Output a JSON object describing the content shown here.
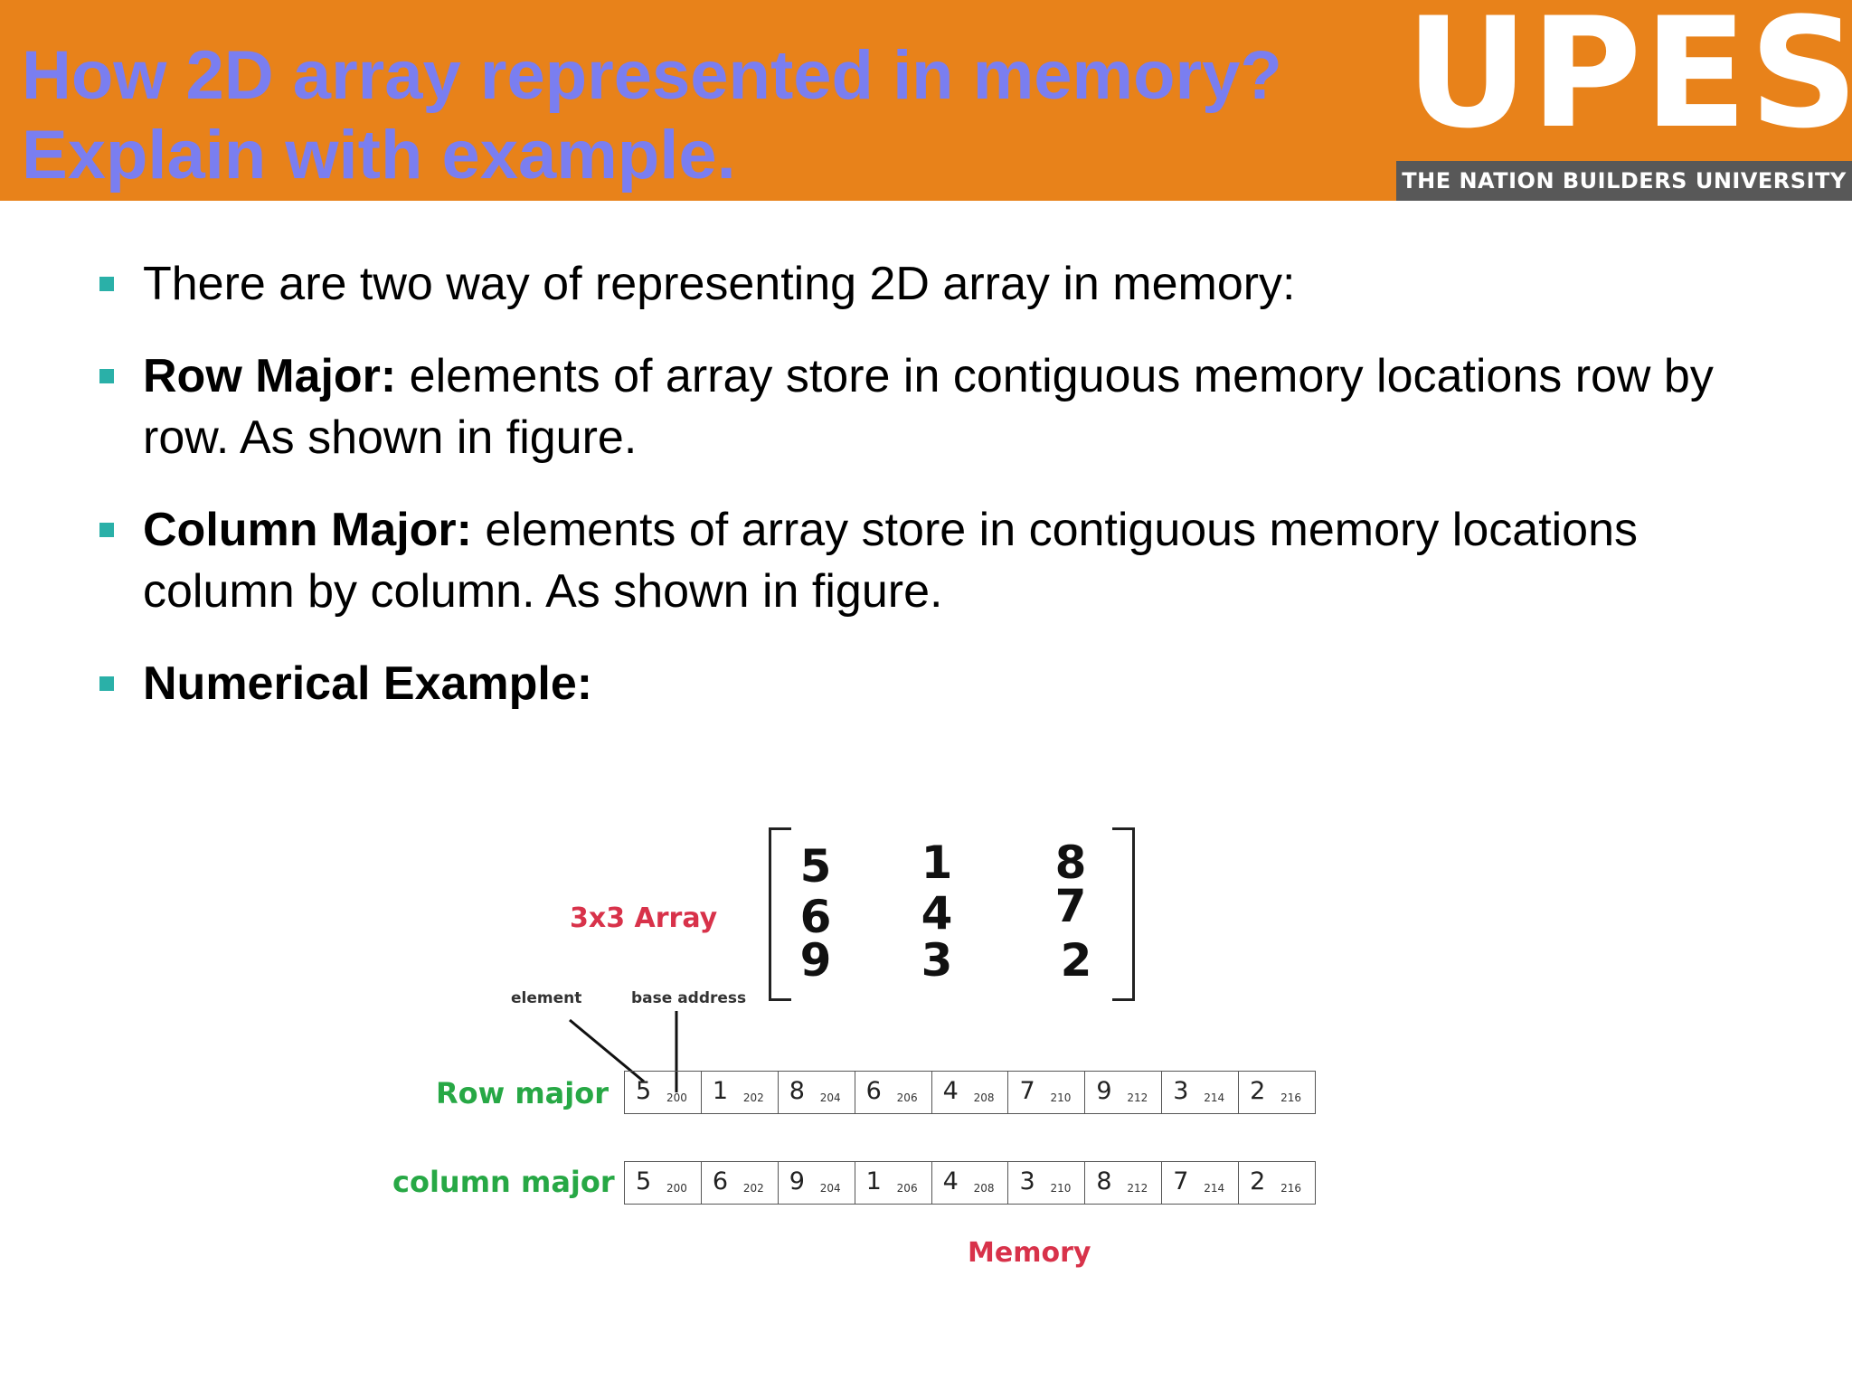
{
  "header": {
    "title_line1": "How 2D array represented in memory?",
    "title_line2": "Explain with example."
  },
  "logo": {
    "word": "UPES",
    "tagline": "THE NATION BUILDERS UNIVERSITY"
  },
  "bullets": [
    {
      "bold": "",
      "text": "There are two way of representing 2D array in memory:"
    },
    {
      "bold": "Row Major:",
      "text": " elements of array store in contiguous memory locations row by row. As shown in figure."
    },
    {
      "bold": "Column Major:",
      "text": " elements of array store in contiguous memory locations column by column. As shown in figure."
    },
    {
      "bold": "Numerical Example:",
      "text": ""
    }
  ],
  "figure": {
    "array_label": "3x3 Array",
    "matrix": [
      [
        "5",
        "1",
        "8"
      ],
      [
        "6",
        "4",
        "7"
      ],
      [
        "9",
        "3",
        "2"
      ]
    ],
    "element_label": "element",
    "base_address_label": "base address",
    "row_major_label": "Row major",
    "column_major_label": "column major",
    "row_major": [
      {
        "v": "5",
        "a": "200"
      },
      {
        "v": "1",
        "a": "202"
      },
      {
        "v": "8",
        "a": "204"
      },
      {
        "v": "6",
        "a": "206"
      },
      {
        "v": "4",
        "a": "208"
      },
      {
        "v": "7",
        "a": "210"
      },
      {
        "v": "9",
        "a": "212"
      },
      {
        "v": "3",
        "a": "214"
      },
      {
        "v": "2",
        "a": "216"
      }
    ],
    "column_major": [
      {
        "v": "5",
        "a": "200"
      },
      {
        "v": "6",
        "a": "202"
      },
      {
        "v": "9",
        "a": "204"
      },
      {
        "v": "1",
        "a": "206"
      },
      {
        "v": "4",
        "a": "208"
      },
      {
        "v": "3",
        "a": "210"
      },
      {
        "v": "8",
        "a": "212"
      },
      {
        "v": "7",
        "a": "214"
      },
      {
        "v": "2",
        "a": "216"
      }
    ],
    "memory_caption": "Memory"
  },
  "colors": {
    "header_bg": "#e8821a",
    "title_text": "#7a7ef0",
    "bullet": "#2ab0a8",
    "red_label": "#d8324a",
    "green_label": "#27a845"
  }
}
